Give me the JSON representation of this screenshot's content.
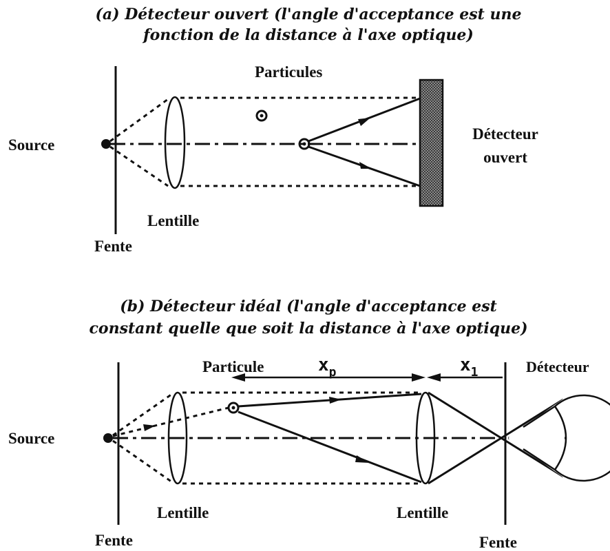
{
  "panel_a": {
    "caption_line1": "(a) Détecteur ouvert (l'angle d'acceptance est une",
    "caption_line2": "fonction de la distance à l'axe optique)",
    "particules": "Particules",
    "source": "Source",
    "lentille": "Lentille",
    "fente": "Fente",
    "detecteur_line1": "Détecteur",
    "detecteur_line2": "ouvert"
  },
  "panel_b": {
    "caption_line1": "(b) Détecteur idéal (l'angle d'acceptance est",
    "caption_line2": "constant quelle que soit la distance à l'axe optique)",
    "particule": "Particule",
    "xp_main": "x",
    "xp_sub": "p",
    "x1_main": "x",
    "x1_sub": "1",
    "detecteur": "Détecteur",
    "source": "Source",
    "lentille_left": "Lentille",
    "lentille_right": "Lentille",
    "fente_left": "Fente",
    "fente_right": "Fente"
  }
}
